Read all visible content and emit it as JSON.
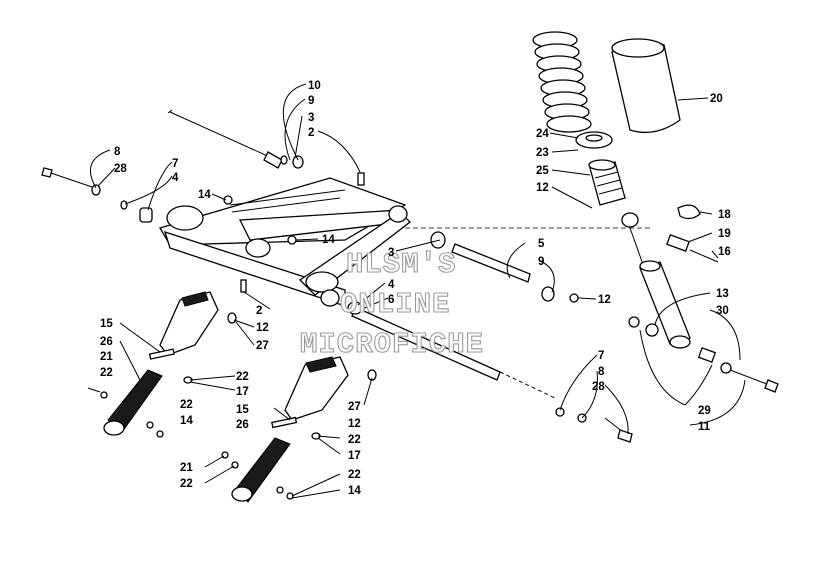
{
  "watermark": {
    "line1": "HLSM'S",
    "line2": "ONLINE",
    "line3": "MICROFICHE"
  },
  "callouts": [
    {
      "text": "10"
    },
    {
      "text": "9"
    },
    {
      "text": "3"
    },
    {
      "text": "2"
    },
    {
      "text": "8"
    },
    {
      "text": "28"
    },
    {
      "text": "7"
    },
    {
      "text": "4"
    },
    {
      "text": "14"
    },
    {
      "text": "14"
    },
    {
      "text": "3"
    },
    {
      "text": "4"
    },
    {
      "text": "6"
    },
    {
      "text": "2"
    },
    {
      "text": "12"
    },
    {
      "text": "27"
    },
    {
      "text": "15"
    },
    {
      "text": "26"
    },
    {
      "text": "21"
    },
    {
      "text": "22"
    },
    {
      "text": "22"
    },
    {
      "text": "17"
    },
    {
      "text": "22"
    },
    {
      "text": "14"
    },
    {
      "text": "15"
    },
    {
      "text": "26"
    },
    {
      "text": "27"
    },
    {
      "text": "12"
    },
    {
      "text": "22"
    },
    {
      "text": "17"
    },
    {
      "text": "21"
    },
    {
      "text": "22"
    },
    {
      "text": "22"
    },
    {
      "text": "14"
    },
    {
      "text": "5"
    },
    {
      "text": "9"
    },
    {
      "text": "12"
    },
    {
      "text": "7"
    },
    {
      "text": "8"
    },
    {
      "text": "28"
    },
    {
      "text": "20"
    },
    {
      "text": "24"
    },
    {
      "text": "23"
    },
    {
      "text": "25"
    },
    {
      "text": "12"
    },
    {
      "text": "18"
    },
    {
      "text": "19"
    },
    {
      "text": "16"
    },
    {
      "text": "13"
    },
    {
      "text": "30"
    },
    {
      "text": "29"
    },
    {
      "text": "11"
    }
  ]
}
